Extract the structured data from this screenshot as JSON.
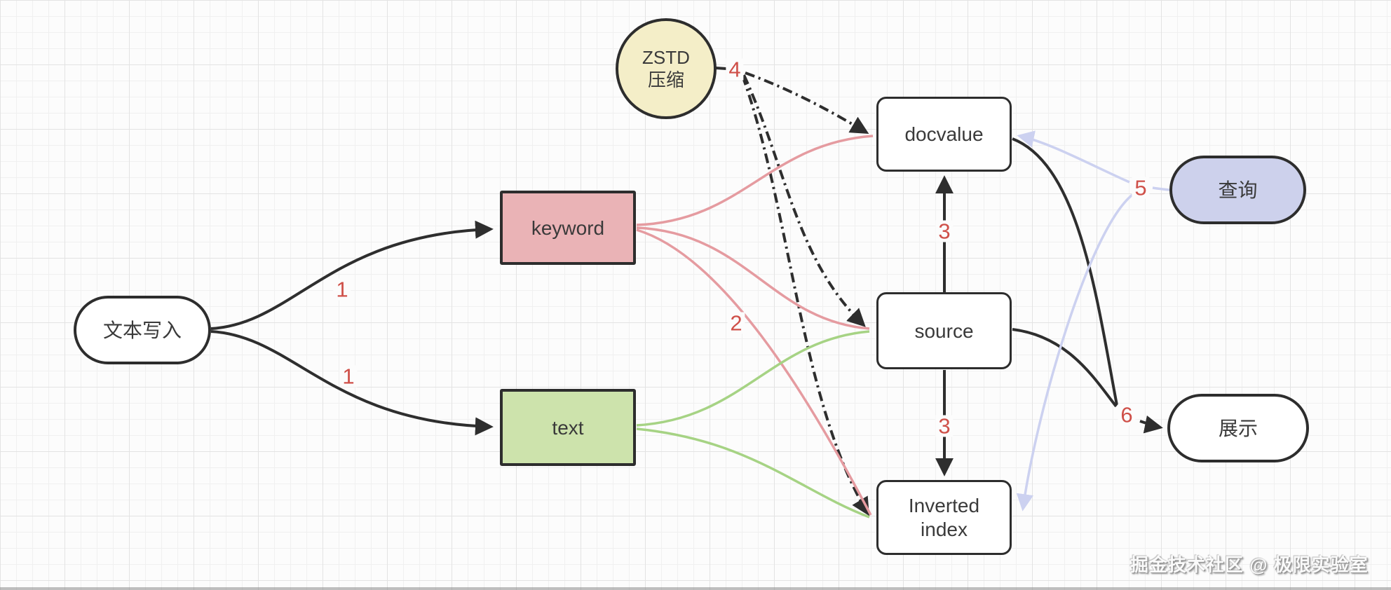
{
  "nodes": {
    "write": {
      "label": "文本写入"
    },
    "keyword": {
      "label": "keyword"
    },
    "text": {
      "label": "text"
    },
    "zstd": {
      "line1": "ZSTD",
      "line2": "压缩"
    },
    "docvalue": {
      "label": "docvalue"
    },
    "source": {
      "label": "source"
    },
    "inverted": {
      "line1": "Inverted",
      "line2": "index"
    },
    "query": {
      "label": "查询"
    },
    "display": {
      "label": "展示"
    }
  },
  "edge_labels": {
    "write_keyword": "1",
    "write_text": "1",
    "keyword_inverted": "2",
    "docvalue_source": "3",
    "source_inverted": "3",
    "zstd_out": "4",
    "query_out": "5",
    "to_display": "6"
  },
  "watermark": "掘金技术社区 @ 极限实验室",
  "colors": {
    "keyword_fill": "#eab3b6",
    "text_fill": "#cde3ac",
    "zstd_fill": "#f4eec8",
    "query_fill": "#cdd1ec",
    "edge_black": "#2e2e2e",
    "edge_pink": "#e59ba0",
    "edge_green": "#a6d384",
    "edge_lavender": "#ccd1f0",
    "label_red": "#cf5049",
    "node_border": "#2d2d2d",
    "background": "#fcfcfc"
  }
}
